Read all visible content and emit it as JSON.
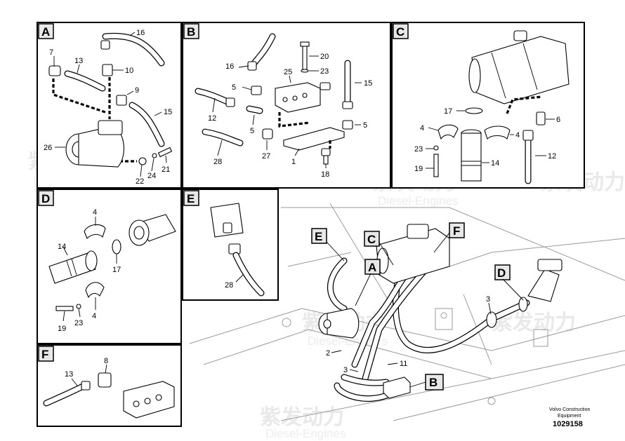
{
  "watermark": {
    "cn": "紫发动力",
    "en": "Diesel-Engines"
  },
  "panels": {
    "A": {
      "tag": "A",
      "callouts": [
        "16",
        "7",
        "13",
        "10",
        "9",
        "15",
        "26",
        "21",
        "22",
        "24"
      ]
    },
    "B": {
      "tag": "B",
      "callouts": [
        "20",
        "16",
        "23",
        "25",
        "15",
        "5",
        "12",
        "5",
        "5",
        "28",
        "27",
        "1",
        "18"
      ]
    },
    "C": {
      "tag": "C",
      "callouts": [
        "17",
        "6",
        "4",
        "4",
        "23",
        "12",
        "19",
        "14"
      ]
    },
    "D": {
      "tag": "D",
      "callouts": [
        "4",
        "14",
        "17",
        "19",
        "23",
        "4"
      ]
    },
    "E": {
      "tag": "E",
      "callouts": [
        "28"
      ]
    },
    "F": {
      "tag": "F",
      "callouts": [
        "8",
        "13"
      ]
    }
  },
  "overview": {
    "tags": [
      "E",
      "C",
      "F",
      "A",
      "D",
      "B"
    ],
    "callouts": [
      "3",
      "2",
      "11",
      "3"
    ]
  },
  "footer": {
    "brand_line1": "Volvo Construction",
    "brand_line2": "Equipment",
    "drawing_number": "1029158"
  },
  "colors": {
    "line": "#000000",
    "tag_fill": "#e8e8e8",
    "background": "#ffffff",
    "watermark": "#e9e9e9"
  }
}
